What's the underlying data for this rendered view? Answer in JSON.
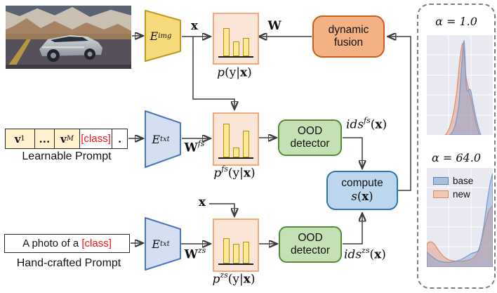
{
  "labels": {
    "x_top": "x",
    "x_bottom": "x",
    "w": "W",
    "w_fs": {
      "base": "W",
      "sup": "fs"
    },
    "w_zs": {
      "base": "W",
      "sup": "zs"
    },
    "e_img": {
      "base": "E",
      "sub": "img"
    },
    "e_txt_fs": {
      "base": "E",
      "sub": "txt"
    },
    "e_txt_zs": {
      "base": "E",
      "sub": "txt"
    },
    "p_yx": {
      "base": "p",
      "sup": "",
      "mid": "(y|",
      "arg": "x",
      "close": ")"
    },
    "p_fs": {
      "base": "p",
      "sup": "fs",
      "mid": "(y|",
      "arg": "x",
      "close": ")"
    },
    "p_zs": {
      "base": "p",
      "sup": "zs",
      "mid": "(y|",
      "arg": "x",
      "close": ")"
    },
    "ids_fs": {
      "base": "ids",
      "sup": "fs",
      "mid": "(",
      "arg": "x",
      "close": ")"
    },
    "ids_zs": {
      "base": "ids",
      "sup": "zs",
      "mid": "(",
      "arg": "x",
      "close": ")"
    }
  },
  "nodes": {
    "dynamic_fusion": {
      "line1": "dynamic",
      "line2": "fusion"
    },
    "ood_fs": {
      "line1": "OOD",
      "line2": "detector"
    },
    "ood_zs": {
      "line1": "OOD",
      "line2": "detector"
    },
    "compute": {
      "line1": "compute",
      "s": "s",
      "open": "(",
      "arg": "x",
      "close": ")"
    }
  },
  "prompts": {
    "learnable": {
      "cell1_base": "v",
      "cell1_sub": "1",
      "cell2": "...",
      "cell3_base": "v",
      "cell3_sub": "M",
      "cell4": "[class]",
      "cell5": ".",
      "caption": "Learnable Prompt"
    },
    "handcrafted": {
      "text": "A photo of a",
      "class_token": "[class]",
      "caption": "Hand-crafted Prompt"
    }
  },
  "panel": {
    "plot1_title": "α = 1.0",
    "plot2_title": "α = 64.0",
    "legend_base": "base",
    "legend_new": "new"
  },
  "histograms": {
    "p_yx": [
      40,
      21,
      26
    ],
    "p_fs": [
      48,
      14,
      38
    ],
    "p_zs": [
      36,
      28,
      31
    ]
  },
  "colors": {
    "encoder_image_fill": "#f6da7c",
    "encoder_image_border": "#bf9a1c",
    "encoder_text_fill": "#d5dff2",
    "encoder_text_border": "#4a74bd",
    "prob_box_fill": "#fbe5d6",
    "prob_box_border": "#f0aa7e",
    "bar_fill": "#fde897",
    "bar_border": "#b8900c",
    "fusion_fill": "#f4b183",
    "fusion_border": "#cc5f17",
    "ood_fill": "#c5e0b4",
    "ood_border": "#558a35",
    "compute_fill": "#bdd7ee",
    "compute_border": "#2e75b6",
    "class_token_red": "#fe1010",
    "base_series": "#7b9ccd",
    "new_series": "#e09070",
    "panel_border": "#7f7f7f",
    "plot_bg": "#e9e9f2"
  }
}
